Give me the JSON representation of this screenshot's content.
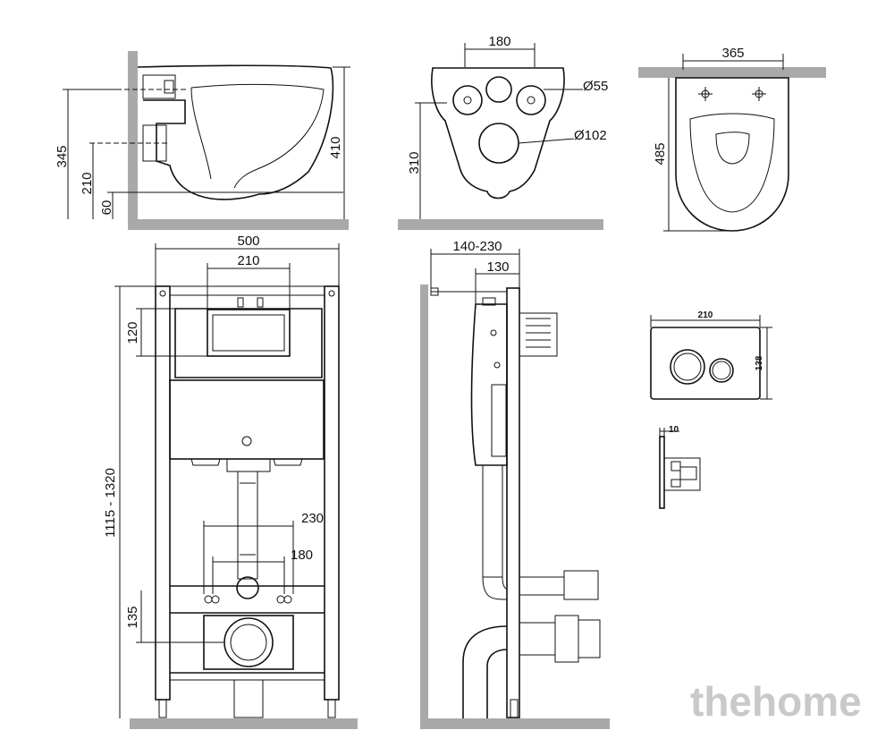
{
  "dimensions": {
    "side_view": {
      "total_height": "345",
      "outlet_height": "210",
      "floor_gap": "60",
      "bowl_height": "410"
    },
    "back_view": {
      "mount_spacing": "180",
      "inlet_diameter": "Ø55",
      "outlet_diameter": "Ø102",
      "outlet_height": "310"
    },
    "top_view": {
      "width": "365",
      "length": "485"
    },
    "frame_front": {
      "width": "500",
      "tank_width": "210",
      "tank_top": "120",
      "height_range": "1115 - 1320",
      "stud_spacing_outer": "230",
      "stud_spacing_inner": "180",
      "outlet_height": "135"
    },
    "frame_side": {
      "depth_range": "140-230",
      "depth": "130"
    },
    "flush_plate": {
      "width": "210",
      "height": "138",
      "thickness": "10"
    }
  },
  "watermark": "thehome"
}
